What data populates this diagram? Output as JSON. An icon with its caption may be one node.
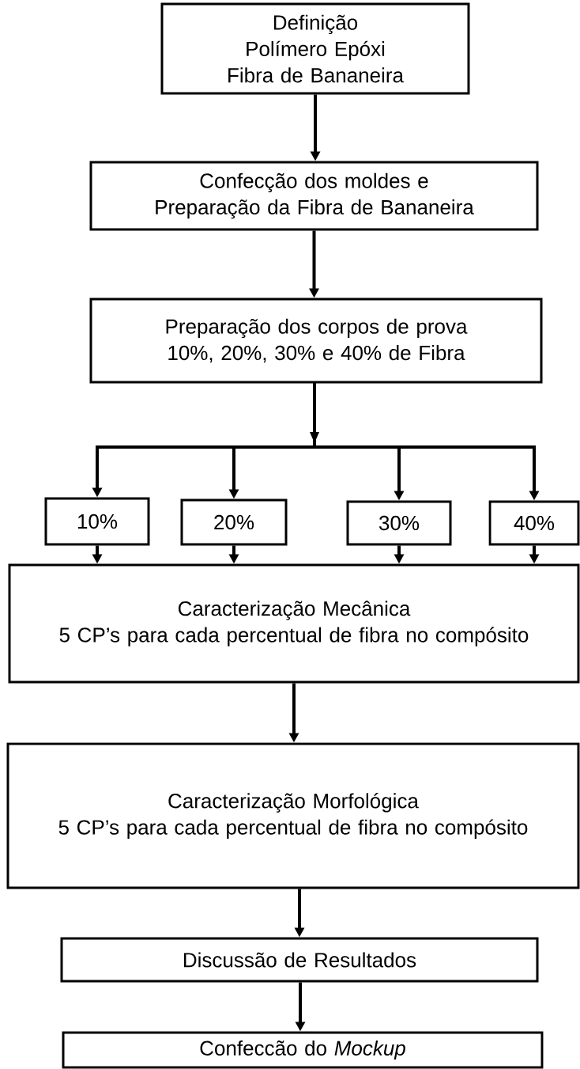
{
  "diagram": {
    "nodes": [
      {
        "text": [
          "Definição",
          "Polímero Epóxi",
          "Fibra de Bananeira"
        ]
      },
      {
        "text": [
          "Confecção dos moldes e Preparação da Fibra de Bananeira"
        ]
      },
      {
        "text": [
          "Preparação dos corpos de prova",
          "10%, 20%, 30% e 40% de Fibra"
        ]
      },
      {
        "text": [
          "10%"
        ]
      },
      {
        "text": [
          "20%"
        ]
      },
      {
        "text": [
          "30%"
        ]
      },
      {
        "text": [
          "40%"
        ]
      },
      {
        "text": [
          "Caracterização Mecânica",
          "5 CP’s para cada percentual de fibra no compósito"
        ]
      },
      {
        "text": [
          "Caracterização Morfológica",
          "5 CP’s para cada percentual de fibra no compósito"
        ]
      },
      {
        "text": [
          "Discussão de Resultados"
        ]
      },
      {
        "text": [
          "Confeccão do *Mockup*"
        ]
      }
    ],
    "edges": [
      {
        "from": 0,
        "to": 1,
        "arrow": "to"
      },
      {
        "from": 1,
        "to": 2,
        "arrow": "to"
      },
      {
        "from": 2,
        "to": 3,
        "arrow": "to"
      },
      {
        "from": 2,
        "to": 4,
        "arrow": "to"
      },
      {
        "from": 2,
        "to": 5,
        "arrow": "to"
      },
      {
        "from": 2,
        "to": 6,
        "arrow": "to"
      },
      {
        "from": 3,
        "to": 7,
        "arrow": "to"
      },
      {
        "from": 4,
        "to": 7,
        "arrow": "to"
      },
      {
        "from": 5,
        "to": 7,
        "arrow": "to"
      },
      {
        "from": 6,
        "to": 7,
        "arrow": "to"
      },
      {
        "from": 7,
        "to": 8,
        "arrow": "to"
      },
      {
        "from": 8,
        "to": 9,
        "arrow": "to"
      },
      {
        "from": 9,
        "to": 10,
        "arrow": "to"
      }
    ]
  }
}
